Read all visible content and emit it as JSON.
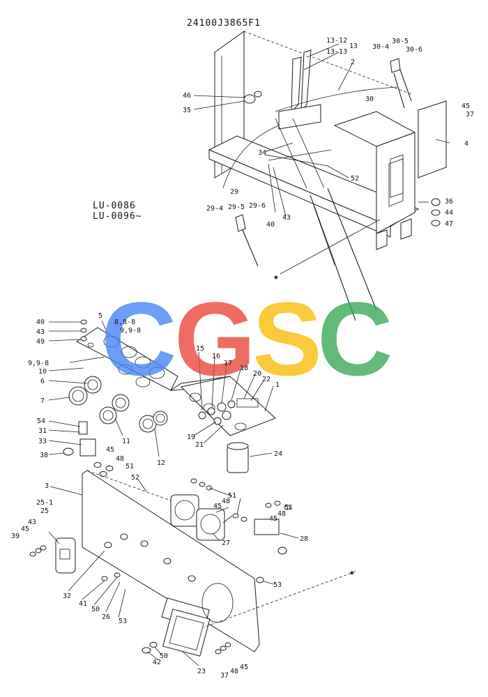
{
  "header": {
    "part_number": "24100J3865F1"
  },
  "model_codes": [
    "LU-0086",
    "LU-0096~"
  ],
  "watermark": {
    "letters": [
      "C",
      "G",
      "S",
      "C"
    ],
    "colors": [
      "#4285f4",
      "#ea4335",
      "#fbbc05",
      "#34a853"
    ]
  },
  "callouts": [
    "13-12",
    "13-13",
    "13",
    "2",
    "30-4",
    "30-5",
    "30-6",
    "46",
    "35",
    "30",
    "45",
    "37",
    "4",
    "34",
    "52",
    "29",
    "29-4",
    "29-5",
    "29-6",
    "40",
    "43",
    "36",
    "44",
    "47",
    "★",
    "40",
    "43",
    "49",
    "5",
    "8,8-8",
    "9,9-8",
    "9,9-8",
    "10",
    "6",
    "7",
    "15",
    "16",
    "17",
    "18",
    "20",
    "22",
    "1",
    "54",
    "31",
    "33",
    "11",
    "38",
    "19",
    "21",
    "12",
    "24",
    "45",
    "48",
    "51",
    "52",
    "3",
    "51",
    "45",
    "48",
    "45",
    "48",
    "51",
    "25-1",
    "25",
    "43",
    "45",
    "39",
    "27",
    "28",
    "32",
    "41",
    "50",
    "26",
    "53",
    "★",
    "53",
    "50",
    "42",
    "23",
    "37",
    "48",
    "45"
  ]
}
